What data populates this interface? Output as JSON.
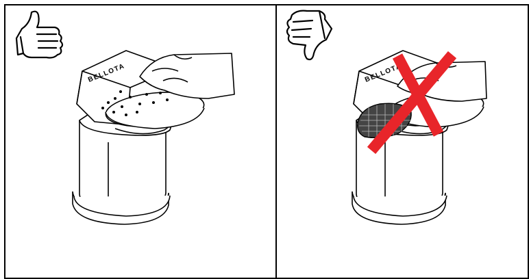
{
  "brand_text": "BELLOTA",
  "colors": {
    "line": "#000000",
    "cross": "#e8252a",
    "background": "#ffffff"
  },
  "panels": [
    {
      "id": "correct",
      "gesture": "thumbs-up-icon",
      "meaning": "correct-use"
    },
    {
      "id": "incorrect",
      "gesture": "thumbs-down-icon",
      "meaning": "incorrect-use"
    }
  ]
}
